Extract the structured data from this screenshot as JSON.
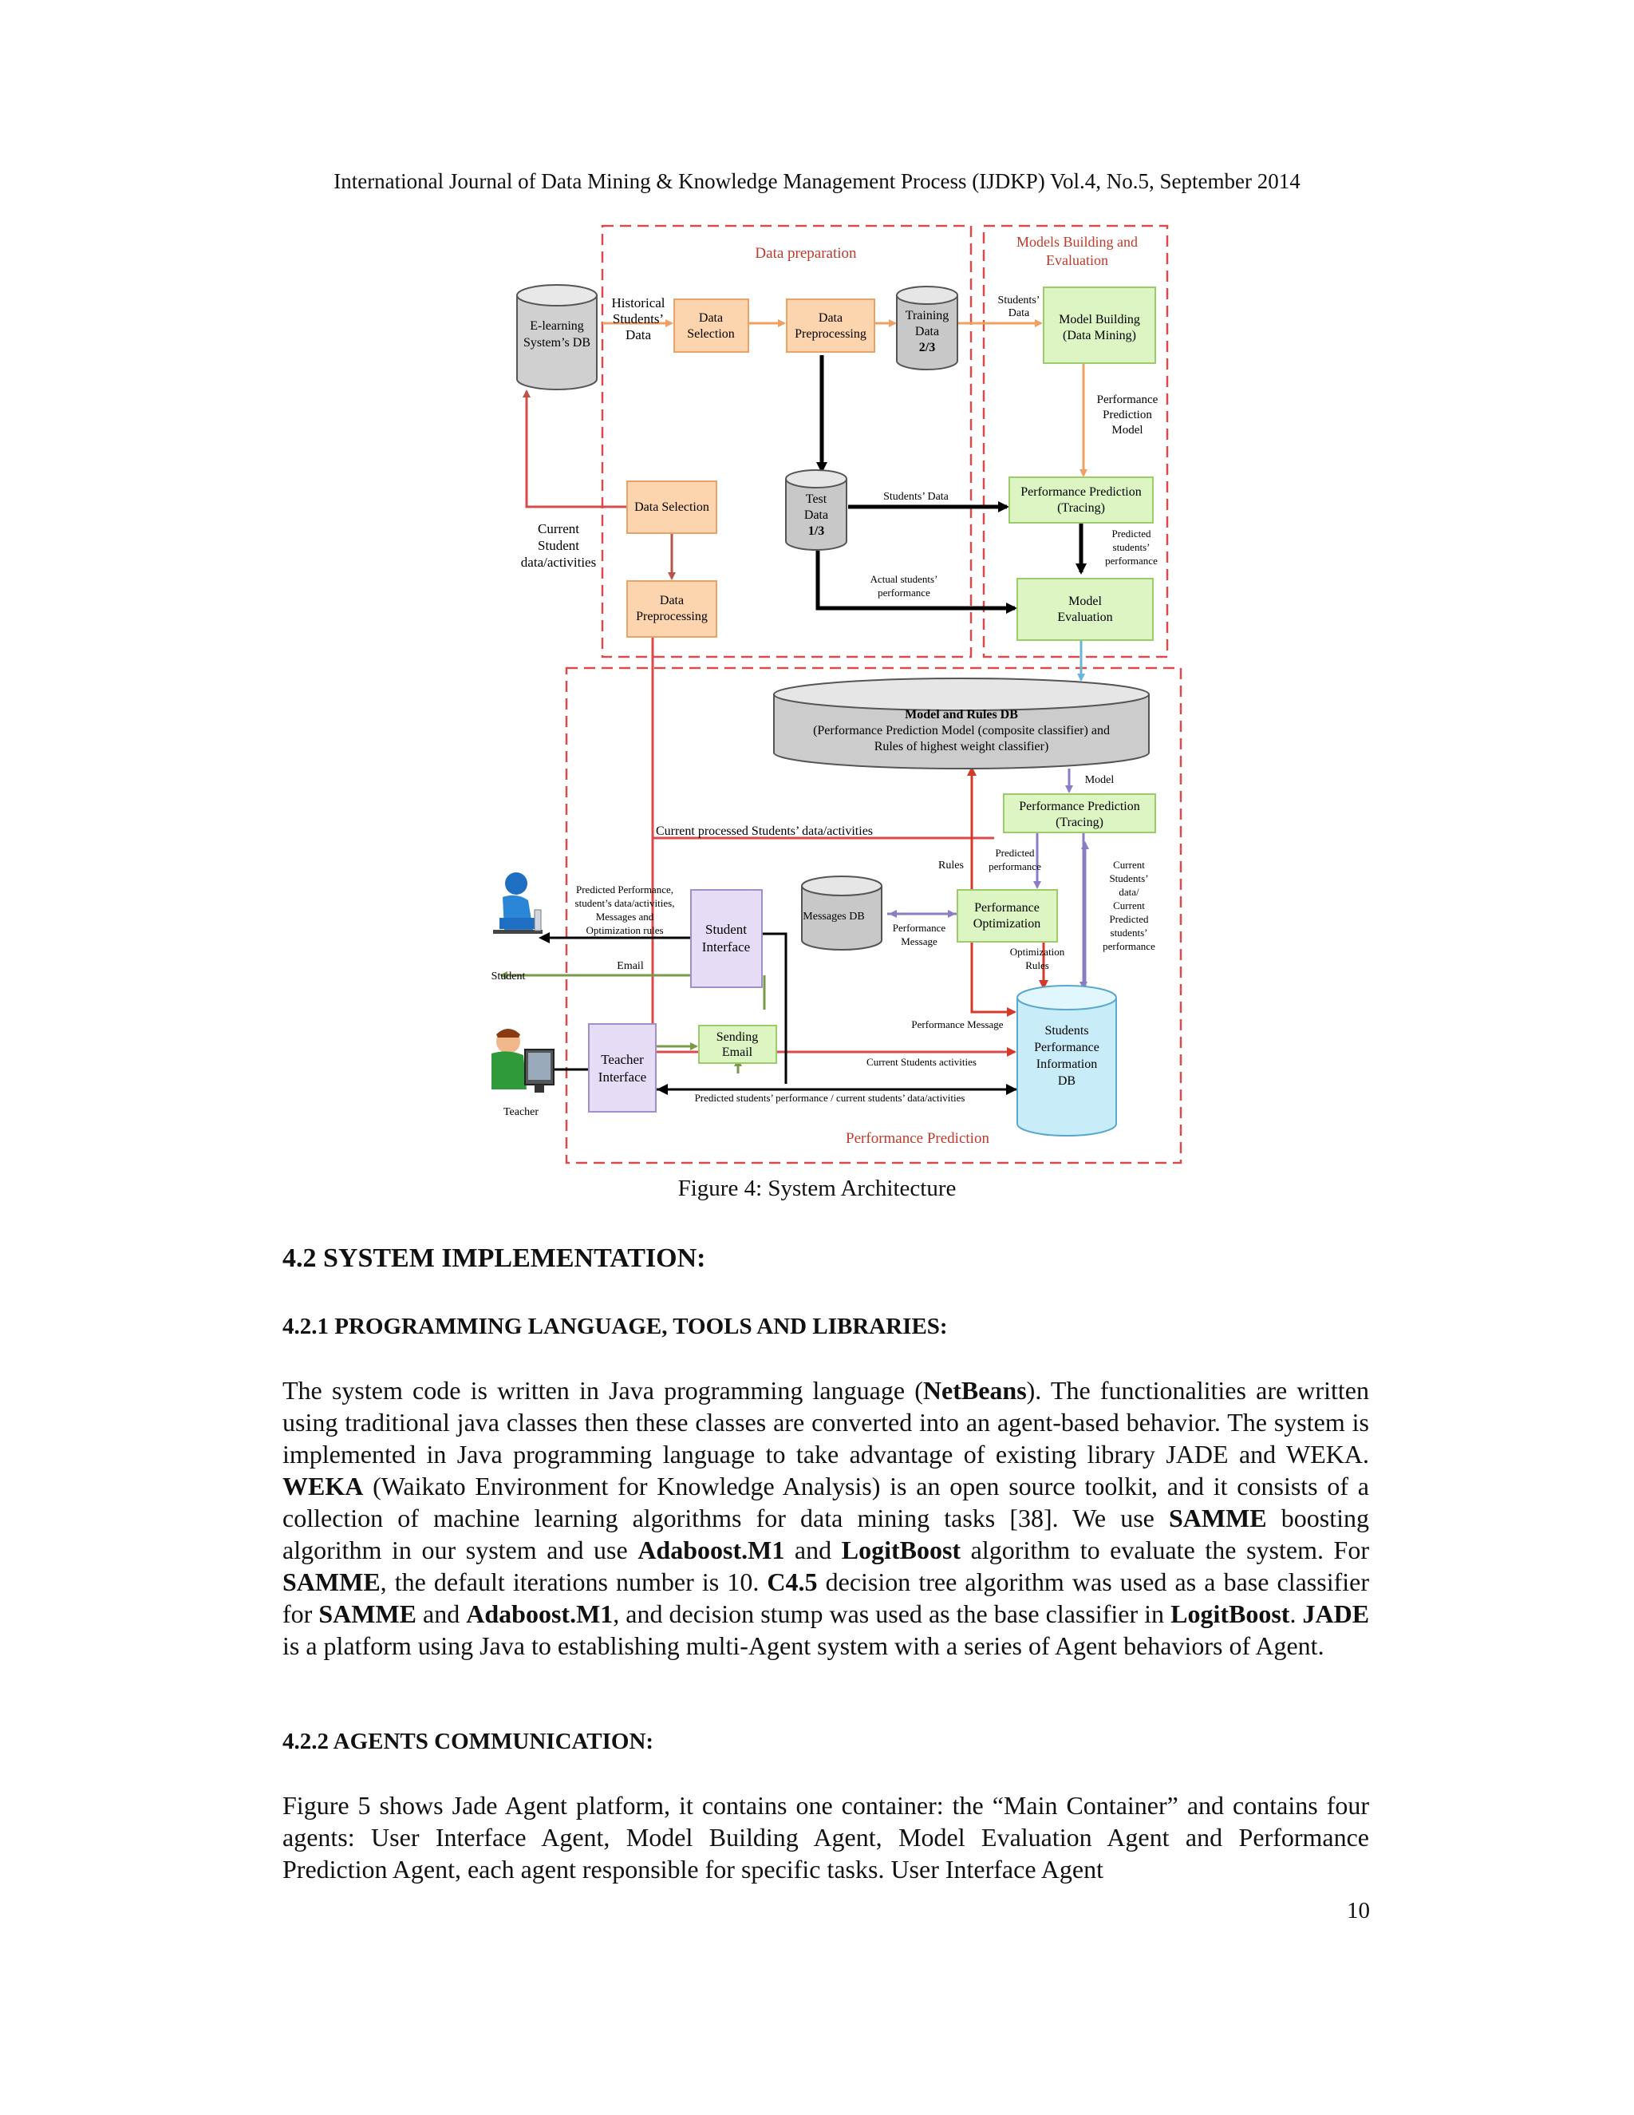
{
  "header": "International Journal of Data Mining & Knowledge Management Process (IJDKP) Vol.4, No.5, September 2014",
  "figure": {
    "caption": "Figure 4: System Architecture",
    "regions": {
      "data_prep": "Data preparation",
      "models_1": "Models Building and",
      "models_2": "Evaluation",
      "perf_pred": "Performance Prediction"
    },
    "nodes": {
      "elearn_1": "E-learning",
      "elearn_2": "System’s DB",
      "hist_1": "Historical",
      "hist_2": "Students’",
      "hist_3": "Data",
      "dsel1_1": "Data",
      "dsel1_2": "Selection",
      "dpre1_1": "Data",
      "dpre1_2": "Preprocessing",
      "train_1": "Training",
      "train_2": "Data",
      "train_3": "2/3",
      "sd_1": "Students’",
      "sd_2": "Data",
      "mb_1": "Model Building",
      "mb_2": "(Data Mining)",
      "ppm_1": "Performance",
      "ppm_2": "Prediction",
      "ppm_3": "Model",
      "dsel2": "Data Selection",
      "cur_1": "Current",
      "cur_2": "Student",
      "cur_3": "data/activities",
      "test_1": "Test",
      "test_2": "Data",
      "test_3": "1/3",
      "sdata": "Students’ Data",
      "pp1_1": "Performance Prediction",
      "pp1_2": "(Tracing)",
      "predp_1": "Predicted",
      "predp_2": "students’",
      "predp_3": "performance",
      "dpre2_1": "Data",
      "dpre2_2": "Preprocessing",
      "actual_1": "Actual students’",
      "actual_2": "performance",
      "meval_1": "Model",
      "meval_2": "Evaluation",
      "rulesdb_1": "Model and Rules DB",
      "rulesdb_2": "(Performance Prediction Model (composite classifier) and",
      "rulesdb_3": "Rules of highest weight classifier)",
      "model": "Model",
      "pp2_1": "Performance Prediction",
      "pp2_2": "(Tracing)",
      "cpsd": "Current processed Students’ data/activities",
      "rules": "Rules",
      "predperf_1": "Predicted",
      "predperf_2": "performance",
      "curstu_1": "Current",
      "curstu_2": "Students’",
      "curstu_3": "data/",
      "curstu_4": "Current",
      "curstu_5": "Predicted",
      "curstu_6": "students’",
      "curstu_7": "performance",
      "predlist_1": "Predicted Performance,",
      "predlist_2": "student’s data/activities,",
      "predlist_3": "Messages and",
      "predlist_4": "Optimization rules",
      "si_1": "Student",
      "si_2": "Interface",
      "msgdb": "Messages DB",
      "pmsg_1": "Performance",
      "pmsg_2": "Message",
      "po_1": "Performance",
      "po_2": "Optimization",
      "optr_1": "Optimization",
      "optr_2": "Rules",
      "email": "Email",
      "student": "Student",
      "perfmsg": "Performance Message",
      "send_1": "Sending",
      "send_2": "Email",
      "spi_1": "Students",
      "spi_2": "Performance",
      "spi_3": "Information",
      "spi_4": "DB",
      "ti_1": "Teacher",
      "ti_2": "Interface",
      "curact": "Current Students activities",
      "teacher": "Teacher",
      "predline": "Predicted students’ performance / current students’ data/activities"
    }
  },
  "section_4_2": "4.2 SYSTEM IMPLEMENTATION:",
  "section_4_2_1": "4.2.1 PROGRAMMING LANGUAGE, TOOLS AND LIBRARIES:",
  "p1": {
    "a": "The system code is written in Java programming language (",
    "b": "NetBeans",
    "c": "). The functionalities are written using traditional java classes then these classes are converted into an agent-based behavior. The system is implemented in Java programming language to take advantage of existing library JADE and WEKA.  ",
    "d": "WEKA",
    "e": " (Waikato Environment for Knowledge Analysis) is an open source toolkit, and it consists of a collection of machine learning algorithms for data mining tasks [38]. We use ",
    "f": "SAMME",
    "g": " boosting algorithm in our system and use ",
    "h": "Adaboost.M1",
    "i": " and ",
    "j": "LogitBoost",
    "k": " algorithm to evaluate the system. For ",
    "l": "SAMME",
    "m": ", the default iterations number is 10. ",
    "n": "C4.5",
    "o": " decision tree algorithm was used as a base classifier for ",
    "p": "SAMME",
    "q": " and ",
    "r": "Adaboost.M1",
    "s": ", and decision stump was used as the base classifier in ",
    "t": "LogitBoost",
    "u": ". ",
    "v": "JADE",
    "w": " is a platform using Java to establishing multi-Agent system with a series of Agent behaviors of Agent."
  },
  "section_4_2_2": "4.2.2 AGENTS COMMUNICATION:",
  "p2": "Figure 5 shows Jade Agent platform, it contains one container: the “Main Container” and contains four agents: User Interface Agent, Model Building Agent, Model Evaluation Agent and Performance Prediction Agent, each agent responsible for specific tasks. User Interface Agent",
  "page_number": "10"
}
